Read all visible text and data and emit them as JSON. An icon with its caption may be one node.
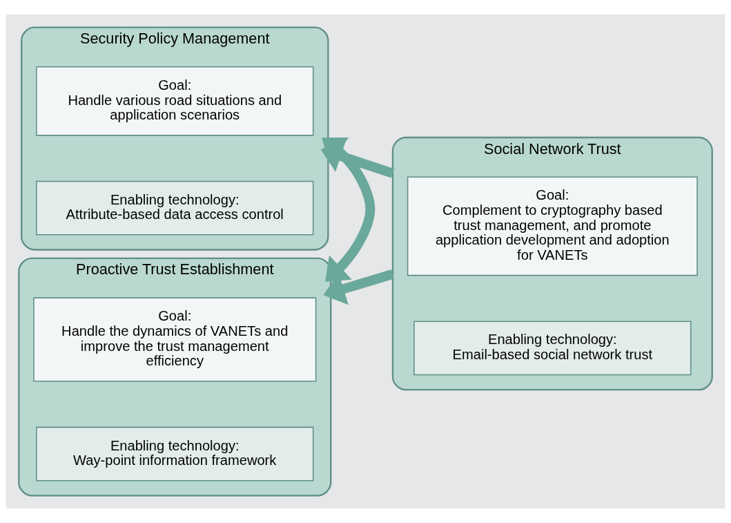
{
  "diagram": {
    "nodes": [
      {
        "text": [
          "Security Policy Management"
        ]
      },
      {
        "text": [
          "Goal:",
          "Handle various road situations and application scenarios"
        ],
        "in": 0
      },
      {
        "text": [
          "Enabling technology:",
          "Attribute-based data access control"
        ],
        "in": 0
      },
      {
        "text": [
          "Social Network Trust"
        ]
      },
      {
        "text": [
          "Goal:",
          "Complement to cryptography based trust management, and promote application development and adoption for VANETs"
        ],
        "in": 3
      },
      {
        "text": [
          "Enabling technology:",
          "Email-based social network trust"
        ],
        "in": 3
      },
      {
        "text": [
          "Proactive Trust Establishment"
        ]
      },
      {
        "text": [
          "Goal:",
          "Handle the dynamics of VANETs and improve the trust management efficiency"
        ],
        "in": 6
      },
      {
        "text": [
          "Enabling technology:",
          "Way-point information framework"
        ],
        "in": 6
      }
    ],
    "edges": [
      {
        "from": 3,
        "to": 0,
        "arrow": "to"
      },
      {
        "from": 3,
        "to": 6,
        "arrow": "to"
      },
      {
        "from": 0,
        "to": 6,
        "arrow": "both"
      }
    ]
  }
}
